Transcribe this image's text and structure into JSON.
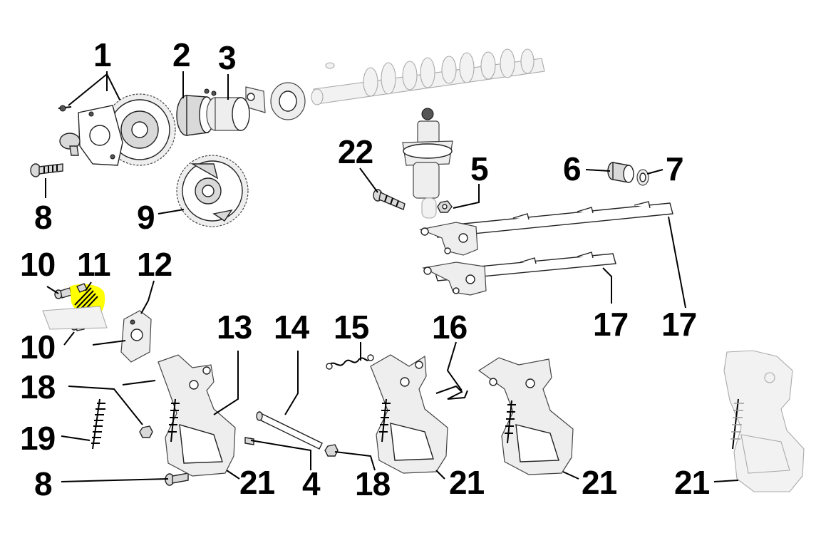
{
  "highlight_color": "#ffff00",
  "callouts": [
    {
      "id": "c1",
      "text": "1"
    },
    {
      "id": "c2",
      "text": "2"
    },
    {
      "id": "c3",
      "text": "3"
    },
    {
      "id": "c22",
      "text": "22"
    },
    {
      "id": "c5",
      "text": "5"
    },
    {
      "id": "c6",
      "text": "6"
    },
    {
      "id": "c7",
      "text": "7"
    },
    {
      "id": "c8a",
      "text": "8"
    },
    {
      "id": "c9",
      "text": "9"
    },
    {
      "id": "c10a",
      "text": "10"
    },
    {
      "id": "c11",
      "text": "11"
    },
    {
      "id": "c12",
      "text": "12"
    },
    {
      "id": "c10b",
      "text": "10"
    },
    {
      "id": "c13",
      "text": "13"
    },
    {
      "id": "c14",
      "text": "14"
    },
    {
      "id": "c15",
      "text": "15"
    },
    {
      "id": "c16",
      "text": "16"
    },
    {
      "id": "c17a",
      "text": "17"
    },
    {
      "id": "c17b",
      "text": "17"
    },
    {
      "id": "c18a",
      "text": "18"
    },
    {
      "id": "c19",
      "text": "19"
    },
    {
      "id": "c8b",
      "text": "8"
    },
    {
      "id": "c21a",
      "text": "21"
    },
    {
      "id": "c4",
      "text": "4"
    },
    {
      "id": "c18b",
      "text": "18"
    },
    {
      "id": "c21b",
      "text": "21"
    },
    {
      "id": "c21c",
      "text": "21"
    },
    {
      "id": "c21d",
      "text": "21"
    }
  ]
}
